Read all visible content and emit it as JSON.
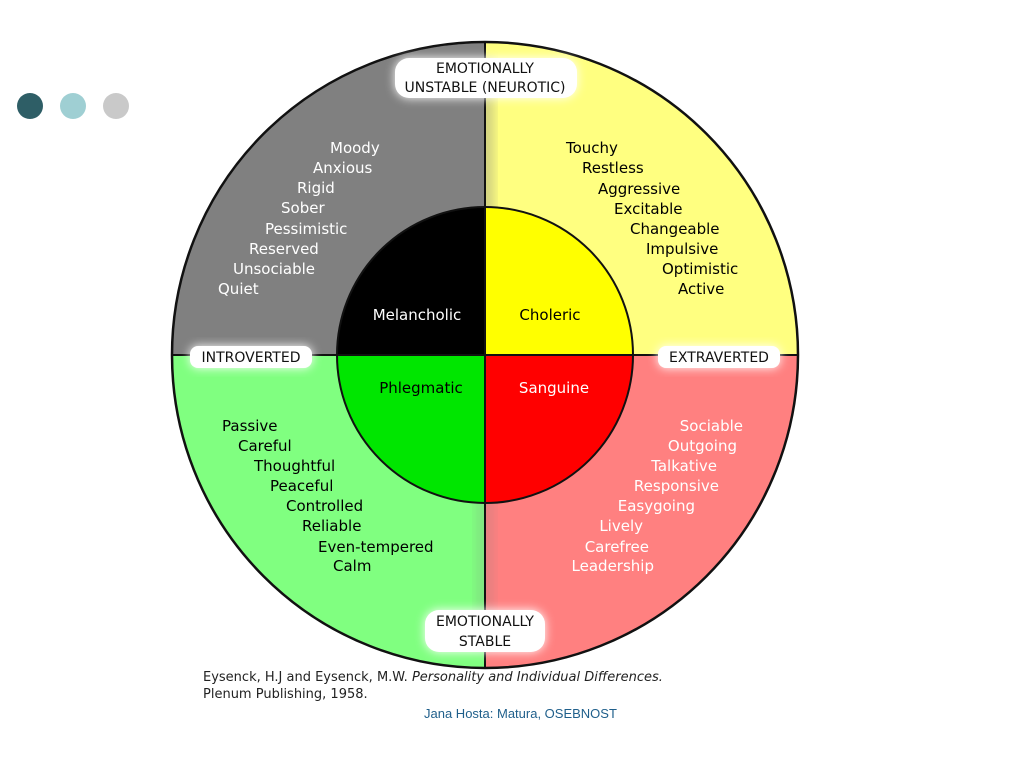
{
  "slide": {
    "dot_colors": [
      "#2e5e66",
      "#9fcfd3",
      "#c9c9c9"
    ],
    "footer": "Jana Hosta: Matura, OSEBNOST",
    "footer_color": "#1f5f8b"
  },
  "diagram": {
    "axis_top": [
      "EMOTIONALLY",
      "UNSTABLE (NEUROTIC)"
    ],
    "axis_bottom": [
      "EMOTIONALLY",
      "STABLE"
    ],
    "axis_left": "INTROVERTED",
    "axis_right": "EXTRAVERTED",
    "quadrants": {
      "melancholic": {
        "name": "Melancholic",
        "outer_color": "#808080",
        "inner_color": "#000000",
        "name_color": "#ffffff",
        "traits_color": "#ffffff",
        "traits": [
          "Moody",
          "Anxious",
          "Rigid",
          "Sober",
          "Pessimistic",
          "Reserved",
          "Unsociable",
          "Quiet"
        ]
      },
      "choleric": {
        "name": "Choleric",
        "outer_color": "#ffff80",
        "inner_color": "#ffff00",
        "name_color": "#000000",
        "traits_color": "#000000",
        "traits": [
          "Touchy",
          "Restless",
          "Aggressive",
          "Excitable",
          "Changeable",
          "Impulsive",
          "Optimistic",
          "Active"
        ]
      },
      "phlegmatic": {
        "name": "Phlegmatic",
        "outer_color": "#80ff80",
        "inner_color": "#00e600",
        "name_color": "#000000",
        "traits_color": "#000000",
        "traits": [
          "Passive",
          "Careful",
          "Thoughtful",
          "Peaceful",
          "Controlled",
          "Reliable",
          "Even-tempered",
          "Calm"
        ]
      },
      "sanguine": {
        "name": "Sanguine",
        "outer_color": "#ff8080",
        "inner_color": "#ff0000",
        "name_color": "#ffffff",
        "traits_color": "#ffffff",
        "traits": [
          "Sociable",
          "Outgoing",
          "Talkative",
          "Responsive",
          "Easygoing",
          "Lively",
          "Carefree",
          "Leadership"
        ]
      }
    }
  },
  "citation": {
    "authors": "Eysenck, H.J and Eysenck, M.W.",
    "title": "Personality and Individual Differences.",
    "publisher": "Plenum Publishing, 1958."
  }
}
